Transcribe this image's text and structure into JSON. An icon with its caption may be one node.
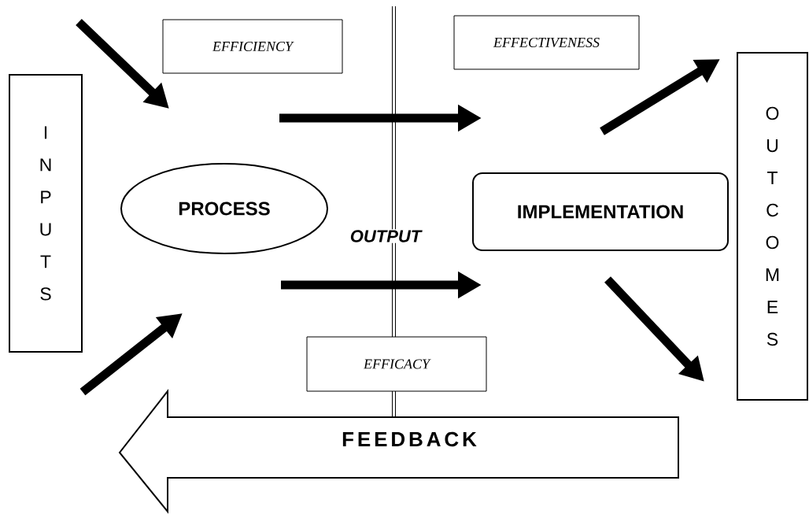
{
  "diagram": {
    "nodes": [
      {
        "text": [
          "INPUTS"
        ]
      },
      {
        "text": [
          "EFFICIENCY"
        ]
      },
      {
        "text": [
          "EFFECTIVENESS"
        ]
      },
      {
        "text": [
          "PROCESS"
        ]
      },
      {
        "text": [
          "IMPLEMENTATION"
        ]
      },
      {
        "text": [
          "OUTCOMES"
        ]
      },
      {
        "text": [
          "OUTPUT"
        ]
      },
      {
        "text": [
          "EFFICACY"
        ]
      },
      {
        "text": [
          "FEEDBACK"
        ]
      }
    ]
  }
}
